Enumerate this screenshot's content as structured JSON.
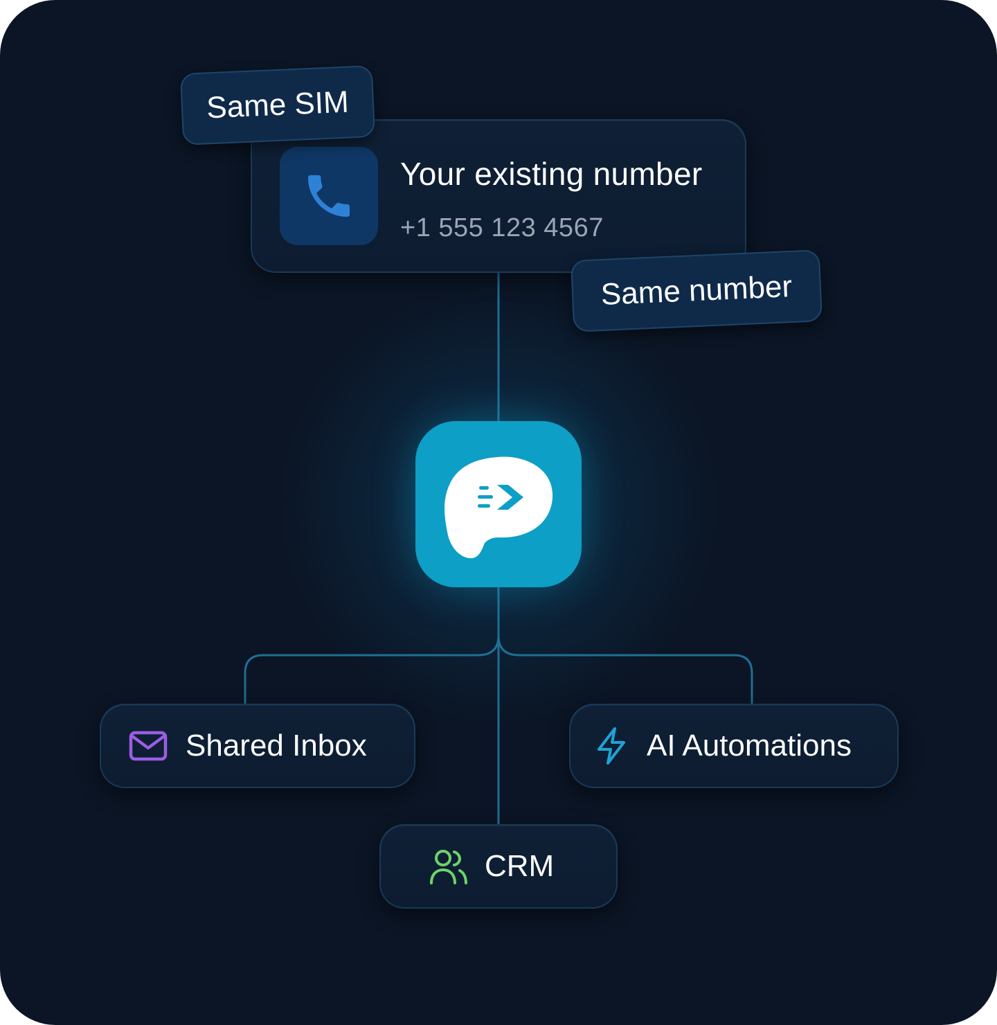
{
  "badges": {
    "same_sim": "Same SIM",
    "same_number": "Same number"
  },
  "number_card": {
    "title": "Your existing number",
    "phone": "+1 555 123 4567",
    "icon": "phone-icon"
  },
  "hub": {
    "icon": "app-logo-icon"
  },
  "features": {
    "shared_inbox": {
      "label": "Shared Inbox",
      "icon": "mail-icon",
      "color": "#9b5de5"
    },
    "ai_automations": {
      "label": "AI Automations",
      "icon": "lightning-icon",
      "color": "#1fa3d6"
    },
    "crm": {
      "label": "CRM",
      "icon": "users-icon",
      "color": "#6fd36a"
    }
  },
  "colors": {
    "background": "#0b1525",
    "accent": "#0d9fc6",
    "phone_icon": "#2d82d6",
    "connector": "#1f6f93"
  }
}
